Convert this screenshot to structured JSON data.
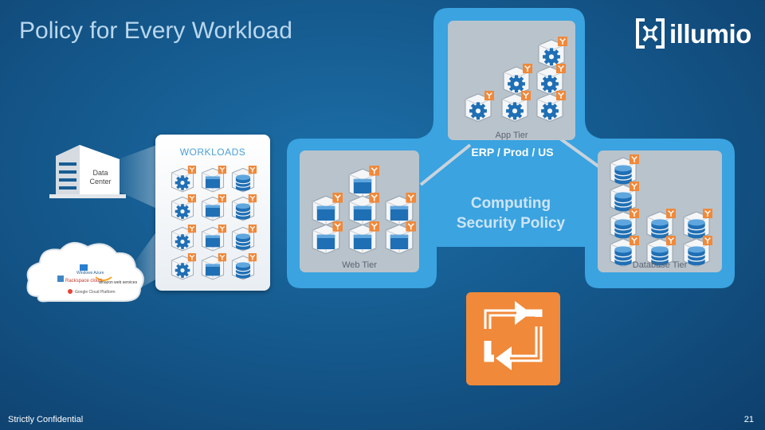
{
  "title": "Policy for Every Workload",
  "brand": {
    "name": "illumio",
    "logo_icon": "illumio-logo-icon"
  },
  "footer": {
    "confidentiality": "Strictly Confidential",
    "page_number": "21"
  },
  "sources": {
    "data_center_label": "Data Center",
    "cloud_providers": [
      "Windows Azure",
      "Rackspace cloud",
      "amazon web services",
      "Google Cloud Platform"
    ]
  },
  "workloads": {
    "label": "WORKLOADS"
  },
  "tiers": {
    "app": "App Tier",
    "web": "Web Tier",
    "database": "Database Tier"
  },
  "application_label": "ERP / Prod / US",
  "policy_label_line1": "Computing",
  "policy_label_line2": "Security Policy",
  "colors": {
    "background": "#155a8e",
    "container_blue": "#3aa3e0",
    "tier_panel": "#b9c3cc",
    "badge_orange": "#f0893a",
    "server_blue": "#1f6fb5"
  }
}
